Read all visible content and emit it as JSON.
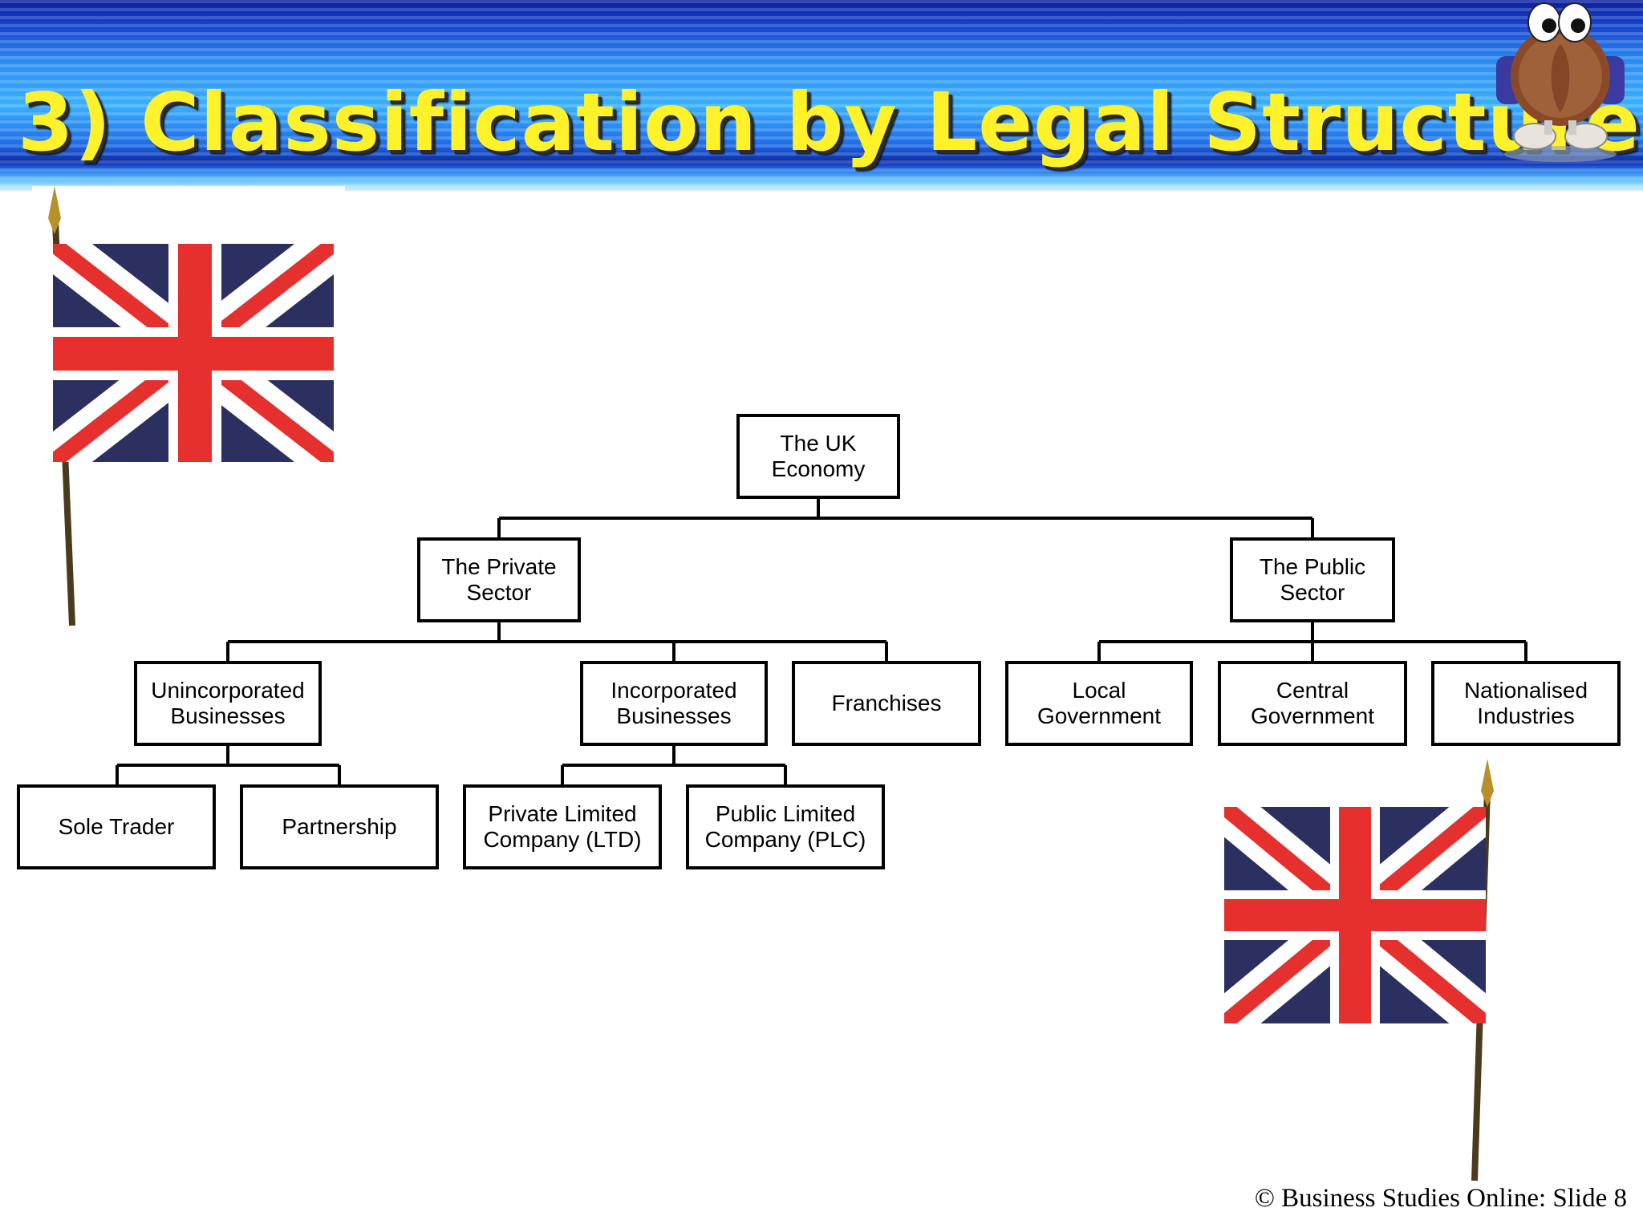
{
  "slide": {
    "title": "3) Classification by Legal Structure",
    "footer": "© Business Studies Online: Slide 8"
  },
  "diagram": {
    "root": "The UK Economy",
    "private_sector": "The Private Sector",
    "public_sector": "The Public Sector",
    "unincorporated": "Unincorporated Businesses",
    "incorporated": "Incorporated Businesses",
    "franchises": "Franchises",
    "local_government": "Local Government",
    "central_government": "Central Government",
    "nationalised_industries": "Nationalised Industries",
    "sole_trader": "Sole Trader",
    "partnership": "Partnership",
    "private_limited": "Private Limited Company (LTD)",
    "public_limited": "Public Limited Company (PLC)"
  },
  "colors": {
    "title_text": "#fff12a",
    "header_blue": "#2b8cf0",
    "flag_blue": "#2c3060",
    "flag_red": "#e5302e"
  }
}
